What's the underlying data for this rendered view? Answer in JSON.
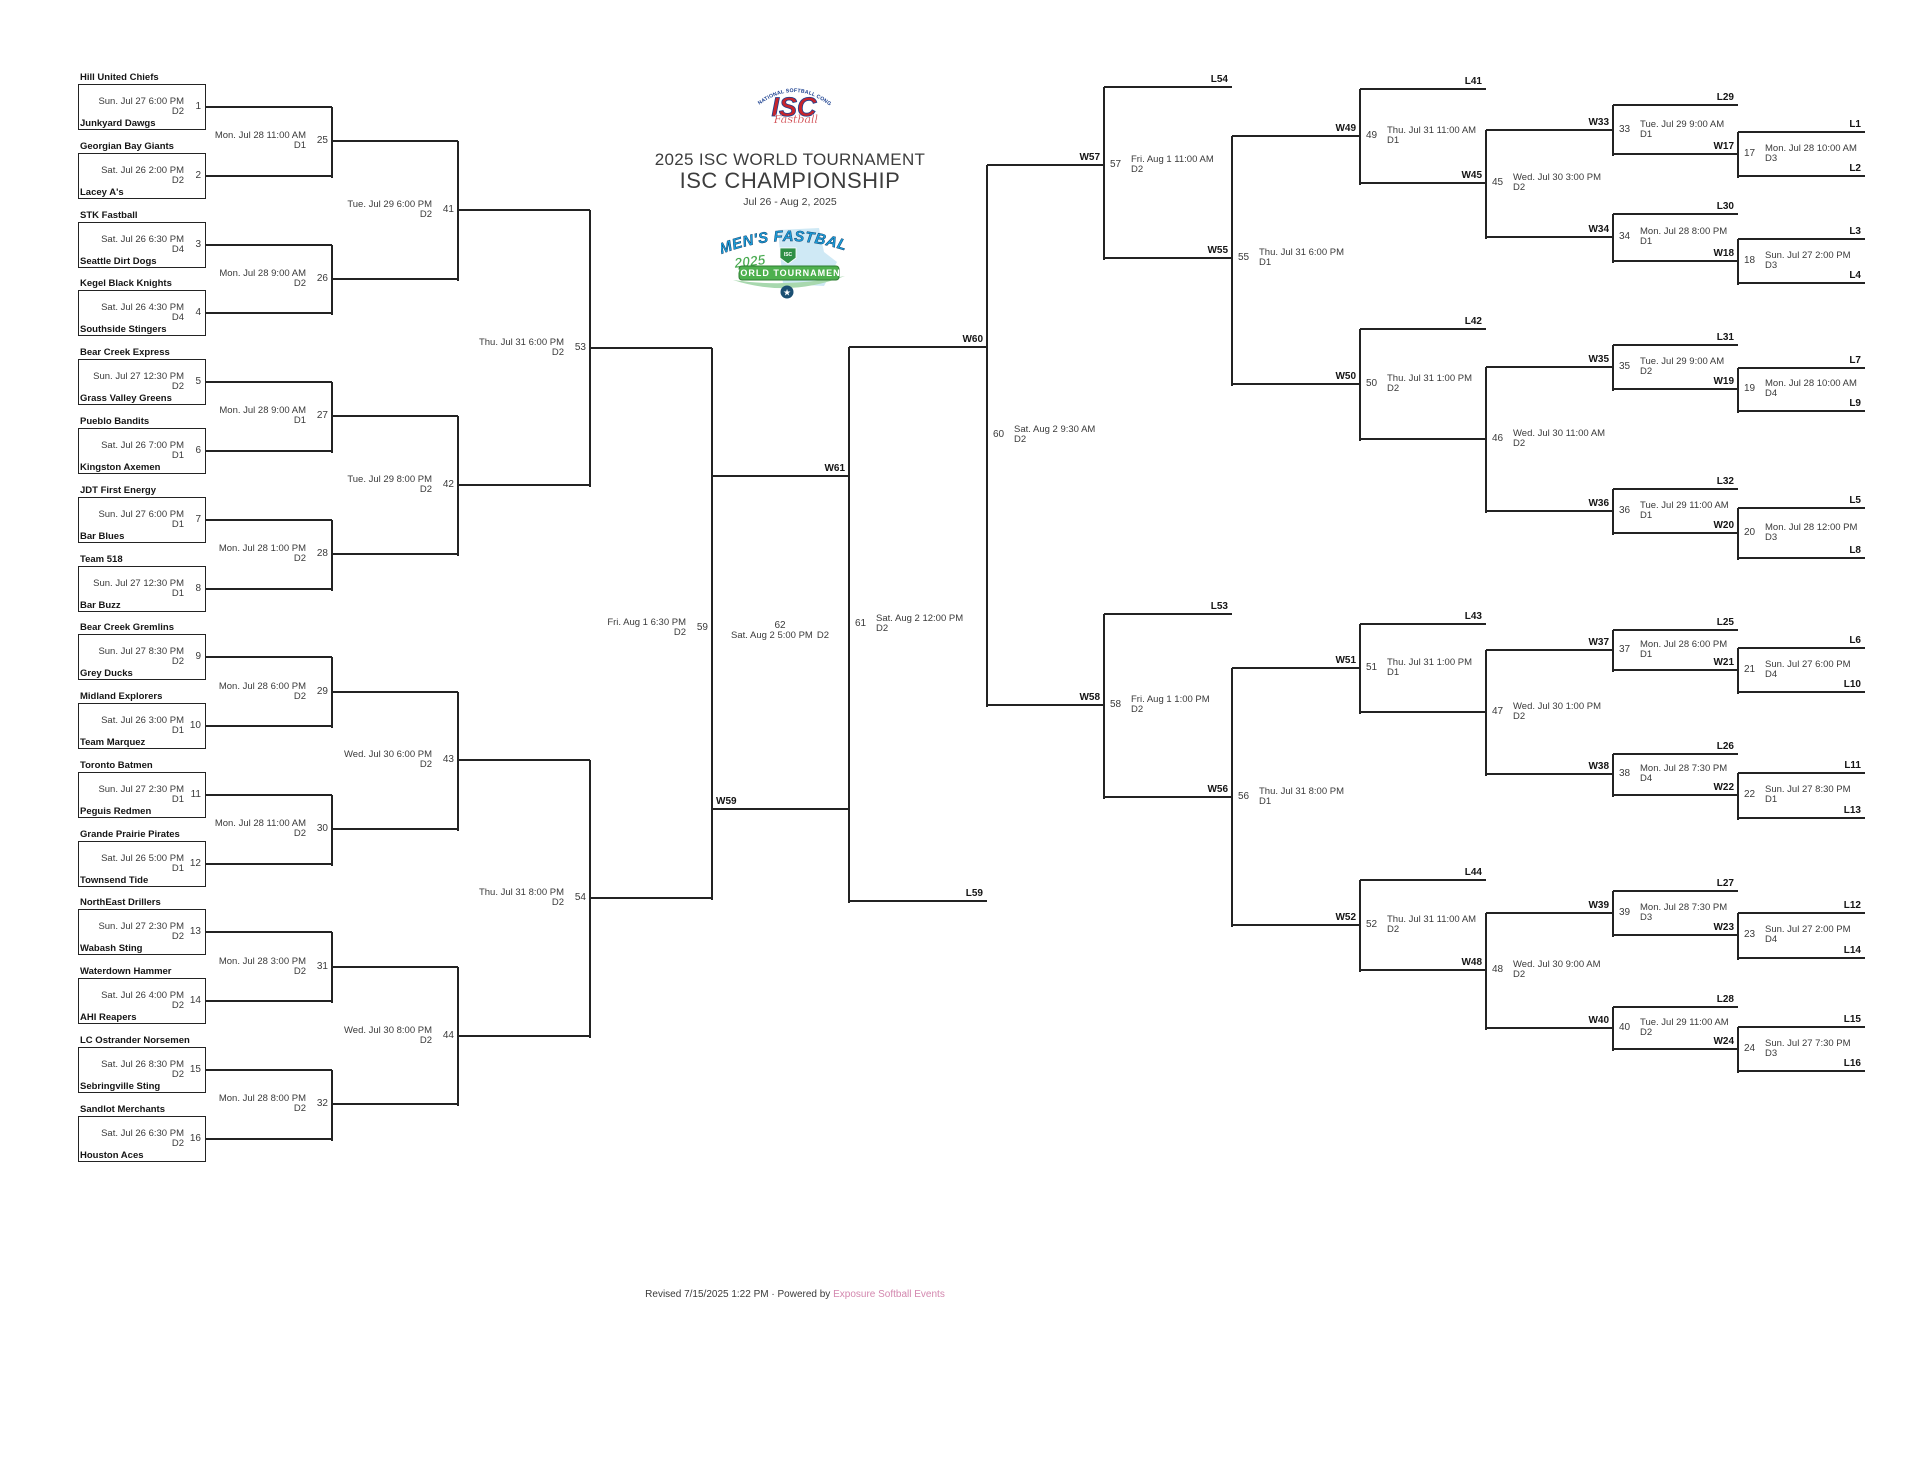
{
  "header": {
    "isc_arc": "INTERNATIONAL SOFTBALL CONGRESS",
    "isc_text": "ISC",
    "isc_script": "Fastball",
    "title1": "2025 ISC WORLD TOURNAMENT",
    "title2": "ISC CHAMPIONSHIP",
    "date_range": "Jul 26 - Aug 2, 2025",
    "event_logo_top": "MEN'S FASTBALL",
    "event_logo_year": "2025",
    "event_logo_banner": "WORLD TOURNAMENT"
  },
  "footer": {
    "revised": "Revised 7/15/2025 1:22 PM",
    "separator": "·",
    "powered_by": "Powered by",
    "link": "Exposure Softball Events"
  },
  "colors": {
    "line": "#232323",
    "link": "#d387ae",
    "isc_red": "#c8252c",
    "isc_blue": "#1a3f8f",
    "event_blue": "#1b9cd8",
    "event_green": "#4eb04e"
  },
  "round1": [
    {
      "n": 1,
      "top": "Hill United Chiefs",
      "bottom": "Junkyard Dawgs",
      "date": "Sun. Jul 27 6:00 PM",
      "div": "D2"
    },
    {
      "n": 2,
      "top": "Georgian Bay Giants",
      "bottom": "Lacey A's",
      "date": "Sat. Jul 26 2:00 PM",
      "div": "D2"
    },
    {
      "n": 3,
      "top": "STK Fastball",
      "bottom": "Seattle Dirt Dogs",
      "date": "Sat. Jul 26 6:30 PM",
      "div": "D4"
    },
    {
      "n": 4,
      "top": "Kegel Black Knights",
      "bottom": "Southside Stingers",
      "date": "Sat. Jul 26 4:30 PM",
      "div": "D4"
    },
    {
      "n": 5,
      "top": "Bear Creek Express",
      "bottom": "Grass Valley Greens",
      "date": "Sun. Jul 27 12:30 PM",
      "div": "D2"
    },
    {
      "n": 6,
      "top": "Pueblo Bandits",
      "bottom": "Kingston Axemen",
      "date": "Sat. Jul 26 7:00 PM",
      "div": "D1"
    },
    {
      "n": 7,
      "top": "JDT First Energy",
      "bottom": "Bar Blues",
      "date": "Sun. Jul 27 6:00 PM",
      "div": "D1"
    },
    {
      "n": 8,
      "top": "Team 518",
      "bottom": "Bar Buzz",
      "date": "Sun. Jul 27 12:30 PM",
      "div": "D1"
    },
    {
      "n": 9,
      "top": "Bear Creek Gremlins",
      "bottom": "Grey Ducks",
      "date": "Sun. Jul 27 8:30 PM",
      "div": "D2"
    },
    {
      "n": 10,
      "top": "Midland Explorers",
      "bottom": "Team Marquez",
      "date": "Sat. Jul 26 3:00 PM",
      "div": "D1"
    },
    {
      "n": 11,
      "top": "Toronto Batmen",
      "bottom": "Peguis Redmen",
      "date": "Sun. Jul 27 2:30 PM",
      "div": "D1"
    },
    {
      "n": 12,
      "top": "Grande Prairie Pirates",
      "bottom": "Townsend Tide",
      "date": "Sat. Jul 26 5:00 PM",
      "div": "D1"
    },
    {
      "n": 13,
      "top": "NorthEast Drillers",
      "bottom": "Wabash Sting",
      "date": "Sun. Jul 27 2:30 PM",
      "div": "D2"
    },
    {
      "n": 14,
      "top": "Waterdown Hammer",
      "bottom": "AHI Reapers",
      "date": "Sat. Jul 26 4:00 PM",
      "div": "D2"
    },
    {
      "n": 15,
      "top": "LC Ostrander Norsemen",
      "bottom": "Sebringville Sting",
      "date": "Sat. Jul 26 8:30 PM",
      "div": "D2"
    },
    {
      "n": 16,
      "top": "Sandlot Merchants",
      "bottom": "Houston Aces",
      "date": "Sat. Jul 26 6:30 PM",
      "div": "D2"
    }
  ],
  "games": [
    {
      "n": 25,
      "date": "Mon. Jul 28 11:00 AM",
      "div": "D1"
    },
    {
      "n": 26,
      "date": "Mon. Jul 28 9:00 AM",
      "div": "D2"
    },
    {
      "n": 27,
      "date": "Mon. Jul 28 9:00 AM",
      "div": "D1"
    },
    {
      "n": 28,
      "date": "Mon. Jul 28 1:00 PM",
      "div": "D2"
    },
    {
      "n": 29,
      "date": "Mon. Jul 28 6:00 PM",
      "div": "D2"
    },
    {
      "n": 30,
      "date": "Mon. Jul 28 11:00 AM",
      "div": "D2"
    },
    {
      "n": 31,
      "date": "Mon. Jul 28 3:00 PM",
      "div": "D2"
    },
    {
      "n": 32,
      "date": "Mon. Jul 28 8:00 PM",
      "div": "D2"
    },
    {
      "n": 41,
      "date": "Tue. Jul 29 6:00 PM",
      "div": "D2"
    },
    {
      "n": 42,
      "date": "Tue. Jul 29 8:00 PM",
      "div": "D2"
    },
    {
      "n": 43,
      "date": "Wed. Jul 30 6:00 PM",
      "div": "D2"
    },
    {
      "n": 44,
      "date": "Wed. Jul 30 8:00 PM",
      "div": "D2"
    },
    {
      "n": 53,
      "date": "Thu. Jul 31 6:00 PM",
      "div": "D2"
    },
    {
      "n": 54,
      "date": "Thu. Jul 31 8:00 PM",
      "div": "D2"
    },
    {
      "n": 59,
      "date": "Fri. Aug 1 6:30 PM",
      "div": "D2",
      "wl": "W59"
    },
    {
      "n": 17,
      "date": "Mon. Jul 28 10:00 AM",
      "div": "D3",
      "wl": "W17",
      "stubs": [
        {
          "label": "L1",
          "pos": "top"
        },
        {
          "label": "L2",
          "pos": "bottom"
        }
      ]
    },
    {
      "n": 18,
      "date": "Sun. Jul 27 2:00 PM",
      "div": "D3",
      "wl": "W18",
      "stubs": [
        {
          "label": "L3",
          "pos": "top"
        },
        {
          "label": "L4",
          "pos": "bottom"
        }
      ]
    },
    {
      "n": 19,
      "date": "Mon. Jul 28 10:00 AM",
      "div": "D4",
      "wl": "W19",
      "stubs": [
        {
          "label": "L7",
          "pos": "top"
        },
        {
          "label": "L9",
          "pos": "bottom"
        }
      ]
    },
    {
      "n": 20,
      "date": "Mon. Jul 28 12:00 PM",
      "div": "D3",
      "wl": "W20",
      "stubs": [
        {
          "label": "L5",
          "pos": "top"
        },
        {
          "label": "L8",
          "pos": "bottom"
        }
      ]
    },
    {
      "n": 21,
      "date": "Sun. Jul 27 6:00 PM",
      "div": "D4",
      "wl": "W21",
      "stubs": [
        {
          "label": "L6",
          "pos": "top"
        },
        {
          "label": "L10",
          "pos": "bottom"
        }
      ]
    },
    {
      "n": 22,
      "date": "Sun. Jul 27 8:30 PM",
      "div": "D1",
      "wl": "W22",
      "stubs": [
        {
          "label": "L11",
          "pos": "top"
        },
        {
          "label": "L13",
          "pos": "bottom"
        }
      ]
    },
    {
      "n": 23,
      "date": "Sun. Jul 27 2:00 PM",
      "div": "D4",
      "wl": "W23",
      "stubs": [
        {
          "label": "L12",
          "pos": "top"
        },
        {
          "label": "L14",
          "pos": "bottom"
        }
      ]
    },
    {
      "n": 24,
      "date": "Sun. Jul 27 7:30 PM",
      "div": "D3",
      "wl": "W24",
      "stubs": [
        {
          "label": "L15",
          "pos": "top"
        },
        {
          "label": "L16",
          "pos": "bottom"
        }
      ]
    },
    {
      "n": 33,
      "date": "Tue. Jul 29 9:00 AM",
      "div": "D1",
      "wl": "W33",
      "stubs": [
        {
          "label": "L29",
          "pos": "top"
        }
      ]
    },
    {
      "n": 34,
      "date": "Mon. Jul 28 8:00 PM",
      "div": "D1",
      "wl": "W34",
      "stubs": [
        {
          "label": "L30",
          "pos": "top"
        }
      ]
    },
    {
      "n": 35,
      "date": "Tue. Jul 29 9:00 AM",
      "div": "D2",
      "wl": "W35",
      "stubs": [
        {
          "label": "L31",
          "pos": "top"
        }
      ]
    },
    {
      "n": 36,
      "date": "Tue. Jul 29 11:00 AM",
      "div": "D1",
      "wl": "W36",
      "stubs": [
        {
          "label": "L32",
          "pos": "top"
        }
      ]
    },
    {
      "n": 37,
      "date": "Mon. Jul 28 6:00 PM",
      "div": "D1",
      "wl": "W37",
      "stubs": [
        {
          "label": "L25",
          "pos": "top"
        }
      ]
    },
    {
      "n": 38,
      "date": "Mon. Jul 28 7:30 PM",
      "div": "D4",
      "wl": "W38",
      "stubs": [
        {
          "label": "L26",
          "pos": "top"
        }
      ]
    },
    {
      "n": 39,
      "date": "Mon. Jul 28 7:30 PM",
      "div": "D3",
      "wl": "W39",
      "stubs": [
        {
          "label": "L27",
          "pos": "top"
        }
      ]
    },
    {
      "n": 40,
      "date": "Tue. Jul 29 11:00 AM",
      "div": "D2",
      "wl": "W40",
      "stubs": [
        {
          "label": "L28",
          "pos": "top"
        }
      ]
    },
    {
      "n": 45,
      "date": "Wed. Jul 30 3:00 PM",
      "div": "D2",
      "wl": "W45"
    },
    {
      "n": 46,
      "date": "Wed. Jul 30 11:00 AM",
      "div": "D2"
    },
    {
      "n": 47,
      "date": "Wed. Jul 30 1:00 PM",
      "div": "D2"
    },
    {
      "n": 48,
      "date": "Wed. Jul 30 9:00 AM",
      "div": "D2",
      "wl": "W48"
    },
    {
      "n": 49,
      "date": "Thu. Jul 31 11:00 AM",
      "div": "D1",
      "wl": "W49",
      "stubs": [
        {
          "label": "L41",
          "pos": "top"
        }
      ]
    },
    {
      "n": 50,
      "date": "Thu. Jul 31 1:00 PM",
      "div": "D2",
      "wl": "W50",
      "stubs": [
        {
          "label": "L42",
          "pos": "top"
        }
      ]
    },
    {
      "n": 51,
      "date": "Thu. Jul 31 1:00 PM",
      "div": "D1",
      "wl": "W51",
      "stubs": [
        {
          "label": "L43",
          "pos": "top"
        }
      ]
    },
    {
      "n": 52,
      "date": "Thu. Jul 31 11:00 AM",
      "div": "D2",
      "wl": "W52",
      "stubs": [
        {
          "label": "L44",
          "pos": "top"
        }
      ]
    },
    {
      "n": 55,
      "date": "Thu. Jul 31 6:00 PM",
      "div": "D1",
      "wl": "W55"
    },
    {
      "n": 56,
      "date": "Thu. Jul 31 8:00 PM",
      "div": "D1",
      "wl": "W56"
    },
    {
      "n": 57,
      "date": "Fri. Aug 1 11:00 AM",
      "div": "D2",
      "wl": "W57",
      "stubs": [
        {
          "label": "L54",
          "pos": "top"
        }
      ]
    },
    {
      "n": 58,
      "date": "Fri. Aug 1 1:00 PM",
      "div": "D2",
      "wl": "W58",
      "stubs": [
        {
          "label": "L53",
          "pos": "top"
        }
      ]
    },
    {
      "n": 60,
      "date": "Sat. Aug 2 9:30 AM",
      "div": "D2",
      "wl": "W60"
    },
    {
      "n": 61,
      "date": "Sat. Aug 2 12:00 PM",
      "div": "D2",
      "wl": "W61",
      "stubs": [
        {
          "label": "L59",
          "pos": "bottom"
        }
      ]
    },
    {
      "n": 62,
      "date": "Sat. Aug 2 5:00 PM",
      "div": "D2"
    }
  ]
}
